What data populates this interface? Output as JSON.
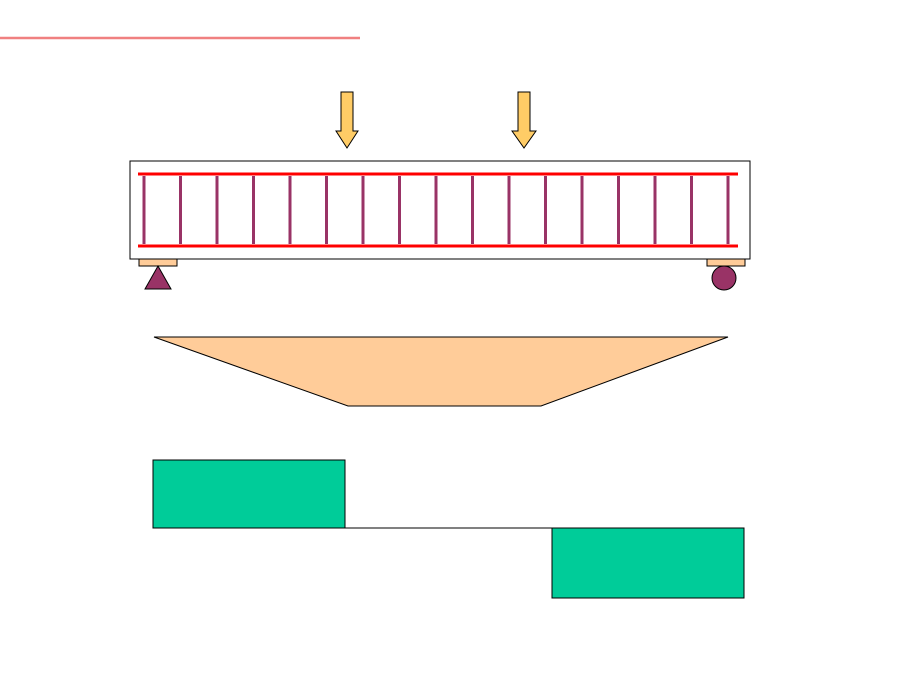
{
  "diagram": {
    "colors": {
      "header_rule": "#f08080",
      "load_arrow_fill": "#ffcc66",
      "stroke": "#000000",
      "beam_fill": "#ffffff",
      "longitudinal_rebar": "#ff0000",
      "stirrup": "#993366",
      "bearing_pad": "#ffcc99",
      "support": "#993366",
      "moment_fill": "#ffcc99",
      "shear_fill": "#00cc99"
    },
    "loads": {
      "count": 2,
      "direction": "down"
    },
    "beam": {
      "stirrup_count": 17,
      "longitudinal_bars": 2
    },
    "supports": {
      "left": "pin-triangle",
      "right": "roller-circle"
    },
    "moment_diagram": {
      "shape": "trapezoid",
      "constant_between_loads": true
    },
    "shear_diagram": {
      "shape": "two-blocks",
      "left_sign": "positive",
      "right_sign": "negative",
      "zero_between_loads": true
    }
  }
}
